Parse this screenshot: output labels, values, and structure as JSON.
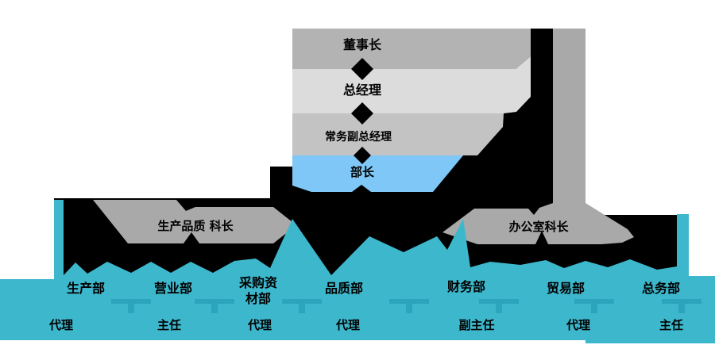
{
  "diagram_type": "organization-funnel-chart",
  "funnel": {
    "levels": [
      {
        "label": "董事长"
      },
      {
        "label": "总经理"
      },
      {
        "label": "常务副总经理"
      },
      {
        "label": "部长"
      }
    ]
  },
  "branches": [
    {
      "label": "生产品质 科长"
    },
    {
      "label": "办公室科长"
    }
  ],
  "departments": [
    {
      "name_lines": [
        "生产部"
      ],
      "title": "代理"
    },
    {
      "name_lines": [
        "营业部"
      ],
      "title": "主任"
    },
    {
      "name_lines": [
        "采购资",
        "材部"
      ],
      "title": "代理"
    },
    {
      "name_lines": [
        "品质部"
      ],
      "title": "代理"
    },
    {
      "name_lines": [
        "财务部"
      ],
      "title": "副主任"
    },
    {
      "name_lines": [
        "贸易部"
      ],
      "title": "代理"
    },
    {
      "name_lines": [
        "总务部"
      ],
      "title": "主任"
    }
  ],
  "colors": {
    "black": "#000000",
    "band1_gray": "#b3b3b3",
    "band2_gray": "#dcdcdc",
    "band3_gray": "#c3c3c3",
    "blue": "#7fc7f6",
    "banner_gray": "#a9a9a9",
    "teal": "#3db7cc",
    "teal_dark": "#2ba4bc",
    "background": "#ffffff"
  }
}
